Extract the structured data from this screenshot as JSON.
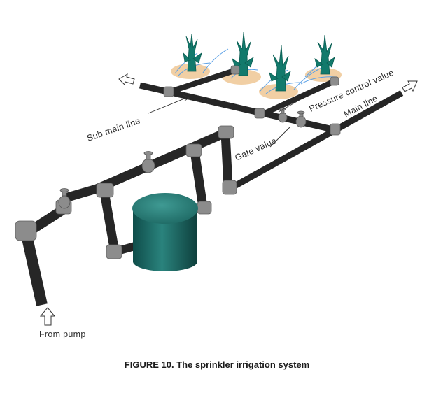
{
  "labels": {
    "sub_main_line": "Sub main line",
    "pressure_control_value": "Pressure control value",
    "main_line": "Main line",
    "gate_value": "Gate value",
    "from_pump": "From pump"
  },
  "caption": "FIGURE 10.  The sprinkler irrigation system",
  "colors": {
    "pipe": "#262626",
    "fitting": "#8c8c8c",
    "tank": "#1f6e6a",
    "plant": "#127a6c",
    "soil": "#f1cfa4",
    "water": "#5aa0e6"
  },
  "icons": [
    "arrow-icon",
    "plant-icon",
    "valve-icon",
    "tank-icon"
  ]
}
